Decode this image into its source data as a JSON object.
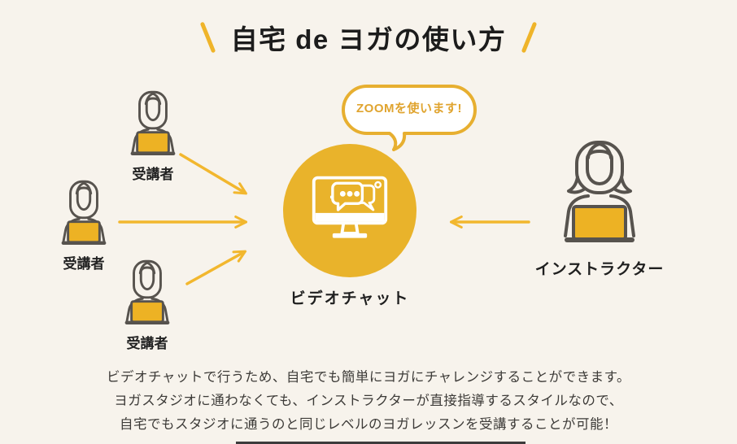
{
  "colors": {
    "background": "#F7F3EC",
    "accent_yellow": "#EBB42E",
    "arrow_yellow": "#F2B72E",
    "laptop_yellow": "#EDB224",
    "icon_outline_gray": "#57534E",
    "title_text": "#1C1C1C",
    "body_text": "#3D3B38"
  },
  "title": {
    "text": "自宅 de ヨガの使い方"
  },
  "speech_bubble": {
    "text": "ZOOMを使います!"
  },
  "center_node": {
    "label": "ビデオチャット",
    "icon": "video-chat-monitor-icon"
  },
  "students": [
    {
      "label": "受講者"
    },
    {
      "label": "受講者"
    },
    {
      "label": "受講者"
    }
  ],
  "instructor": {
    "label": "インストラクター"
  },
  "description": {
    "lines": [
      "ビデオチャットで行うため、自宅でも簡単にヨガにチャレンジすることができます。",
      "ヨガスタジオに通わなくても、インストラクターが直接指導するスタイルなので、",
      "自宅でもスタジオに通うのと同じレベルのヨガレッスンを受講することが可能！"
    ]
  }
}
